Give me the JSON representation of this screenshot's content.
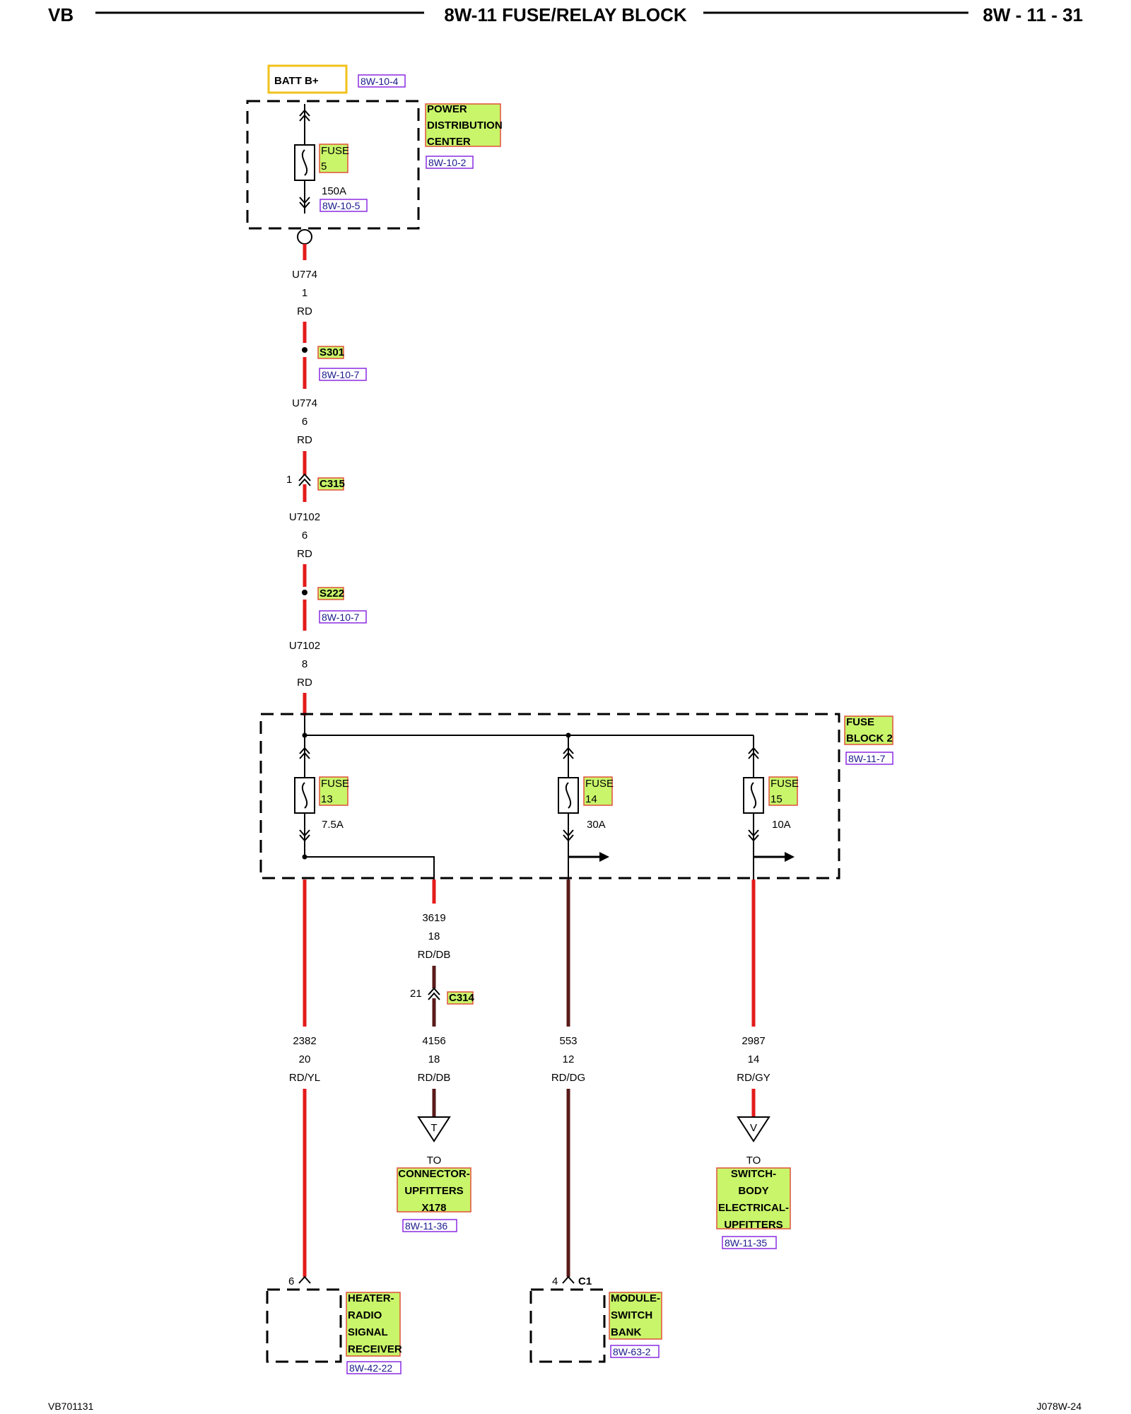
{
  "header": {
    "left": "VB",
    "title": "8W-11 FUSE/RELAY BLOCK",
    "page": "8W - 11 - 31"
  },
  "footer": {
    "left": "VB701131",
    "right": "J078W-24"
  },
  "source": {
    "label": "BATT B+",
    "ref": "8W-10-4"
  },
  "pdc": {
    "label_lines": [
      "POWER",
      "DISTRIBUTION",
      "CENTER"
    ],
    "ref": "8W-10-2",
    "fuse_label": "FUSE",
    "fuse_number": "5",
    "fuse_rating": "150A",
    "fuse_ref": "8W-10-5"
  },
  "main_wire": [
    {
      "circuit": "U774",
      "gauge": "1",
      "color": "RD"
    },
    {
      "circuit": "U774",
      "gauge": "6",
      "color": "RD"
    },
    {
      "circuit": "U7102",
      "gauge": "6",
      "color": "RD"
    },
    {
      "circuit": "U7102",
      "gauge": "8",
      "color": "RD"
    }
  ],
  "splices": [
    {
      "name": "S301",
      "ref": "8W-10-7"
    },
    {
      "name": "S222",
      "ref": "8W-10-7"
    }
  ],
  "connectors": {
    "c315": {
      "name": "C315",
      "pin": "1"
    },
    "c314": {
      "name": "C314",
      "pin": "21"
    }
  },
  "fuse_block": {
    "label_lines": [
      "FUSE",
      "BLOCK 2"
    ],
    "ref": "8W-11-7",
    "fuses": [
      {
        "label": "FUSE",
        "number": "13",
        "rating": "7.5A"
      },
      {
        "label": "FUSE",
        "number": "14",
        "rating": "30A"
      },
      {
        "label": "FUSE",
        "number": "15",
        "rating": "10A"
      }
    ]
  },
  "branch_3619": {
    "circuit": "3619",
    "gauge": "18",
    "color": "RD/DB"
  },
  "outputs": [
    {
      "circuit": "2382",
      "gauge": "20",
      "color": "RD/YL"
    },
    {
      "circuit": "4156",
      "gauge": "18",
      "color": "RD/DB"
    },
    {
      "circuit": "553",
      "gauge": "12",
      "color": "RD/DG"
    },
    {
      "circuit": "2987",
      "gauge": "14",
      "color": "RD/GY"
    }
  ],
  "to_connector": {
    "symbol": "T",
    "to": "TO",
    "label_lines": [
      "CONNECTOR-",
      "UPFITTERS",
      "X178"
    ],
    "ref": "8W-11-36"
  },
  "to_switch": {
    "symbol": "V",
    "to": "TO",
    "label_lines": [
      "SWITCH-",
      "BODY",
      "ELECTRICAL-",
      "UPFITTERS"
    ],
    "ref": "8W-11-35"
  },
  "heater_radio": {
    "pin": "6",
    "label_lines": [
      "HEATER-",
      "RADIO",
      "SIGNAL",
      "RECEIVER"
    ],
    "ref": "8W-42-22"
  },
  "module_switch": {
    "pin": "4",
    "connector": "C1",
    "label_lines": [
      "MODULE-",
      "SWITCH",
      "BANK"
    ],
    "ref": "8W-63-2"
  },
  "colors": {
    "wire_red": "#e31b1b",
    "wire_dark": "#5a1a1a",
    "highlight": "#c9f56a",
    "highlight_border": "#e0503a",
    "ref_border": "#8a2be2",
    "batt_border": "#f2c21b"
  }
}
